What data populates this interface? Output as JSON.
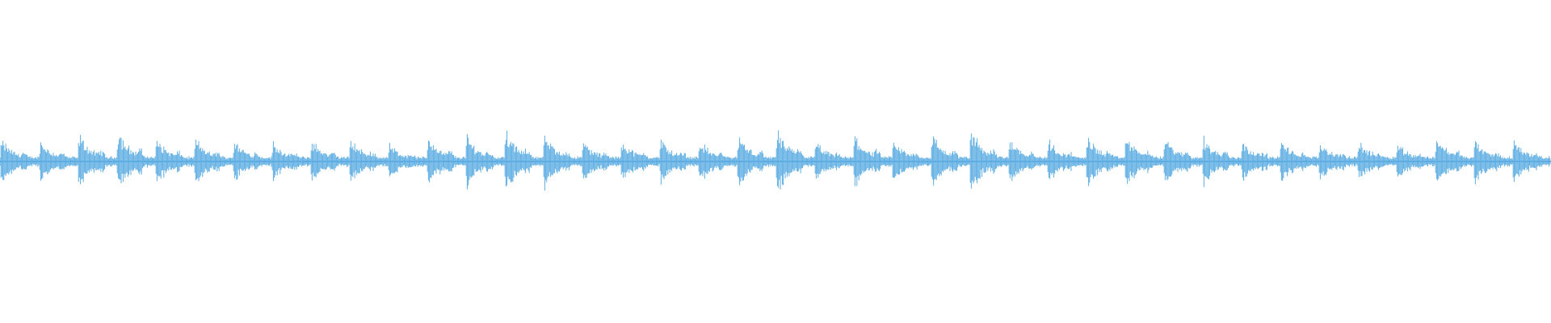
{
  "waveform": {
    "color": "#5dade2",
    "background": "#ffffff",
    "beat_count": 40,
    "peak_amplitudes": [
      0.42,
      0.4,
      0.52,
      0.62,
      0.44,
      0.44,
      0.4,
      0.36,
      0.4,
      0.44,
      0.32,
      0.5,
      0.5,
      0.6,
      0.5,
      0.38,
      0.4,
      0.42,
      0.4,
      0.5,
      0.62,
      0.36,
      0.52,
      0.4,
      0.52,
      0.64,
      0.46,
      0.4,
      0.5,
      0.5,
      0.46,
      0.46,
      0.4,
      0.4,
      0.38,
      0.38,
      0.34,
      0.5,
      0.4,
      0.42
    ]
  }
}
